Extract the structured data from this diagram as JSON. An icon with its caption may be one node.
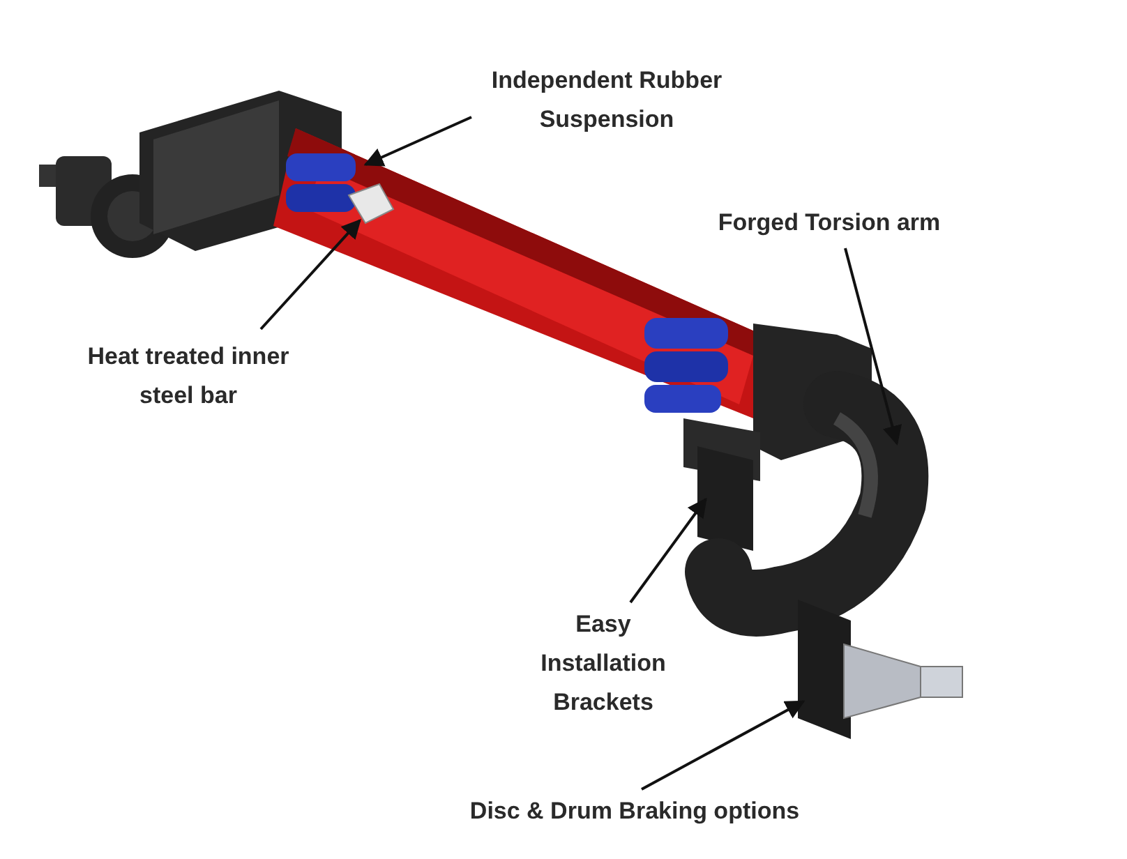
{
  "diagram": {
    "nodes": [
      {
        "text": [
          "Independent Rubber Suspension"
        ]
      },
      {
        "text": [
          "Heat treated inner steel bar"
        ]
      },
      {
        "text": [
          "Forged Torsion arm"
        ]
      },
      {
        "text": [
          "Easy Installation Brackets"
        ]
      },
      {
        "text": [
          "Disc & Drum Braking options"
        ]
      }
    ],
    "edges": [
      {
        "from": 0,
        "to": null,
        "arrow": "to"
      },
      {
        "from": 1,
        "to": null,
        "arrow": "to"
      },
      {
        "from": 2,
        "to": null,
        "arrow": "to"
      },
      {
        "from": 3,
        "to": null,
        "arrow": "to"
      },
      {
        "from": 4,
        "to": null,
        "arrow": "to"
      }
    ]
  }
}
